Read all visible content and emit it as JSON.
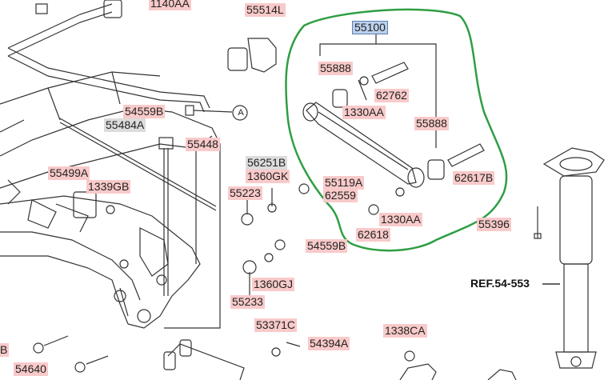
{
  "labels": {
    "p1140aa": "1140AA",
    "p55514l": "55514L",
    "p55100": "55100",
    "p55888a": "55888",
    "p62762": "62762",
    "p1330aa_a": "1330AA",
    "p55888b": "55888",
    "p54559b_a": "54559B",
    "p55484a": "55484A",
    "p55448": "55448",
    "p56251b": "56251B",
    "p1360gk": "1360GK",
    "p55119a": "55119A",
    "p62559": "62559",
    "p62617b": "62617B",
    "p55499a": "55499A",
    "p1339gb": "1339GB",
    "p55223": "55223",
    "p1330aa_b": "1330AA",
    "p62618": "62618",
    "p55396": "55396",
    "p54559b_b": "54559B",
    "p1360gj": "1360GJ",
    "p55233": "55233",
    "p53371c": "53371C",
    "p54394a": "54394A",
    "p1338ca": "1338CA",
    "pB": "B",
    "p54640": "54640",
    "ref": "REF.54-553",
    "circle_a": "A"
  }
}
